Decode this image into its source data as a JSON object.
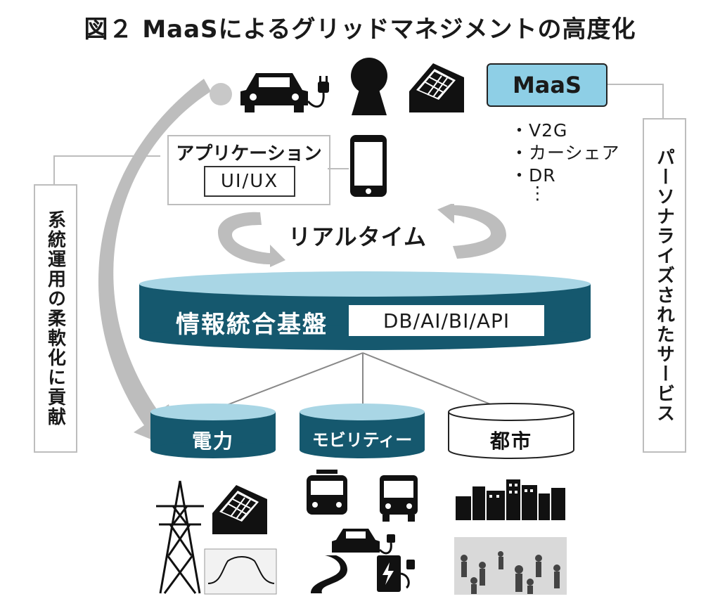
{
  "title": "図２ MaaSによるグリッドマネジメントの高度化",
  "left_label": "系統運用の柔軟化に貢献",
  "right_label": "パーソナライズされたサービス",
  "app": {
    "label": "アプリケーション",
    "ui": "UI/UX"
  },
  "maas": {
    "label": "MaaS",
    "items": [
      "・V2G",
      "・カーシェア",
      "・DR",
      "⋮"
    ]
  },
  "realtime": "リアルタイム",
  "platform": {
    "label": "情報統合基盤",
    "tech": "DB/AI/BI/API"
  },
  "domains": [
    "電力",
    "モビリティー",
    "都市"
  ],
  "colors": {
    "teal": "#15586e",
    "light_blue": "#8ecfe6",
    "gray_arrow": "#bdbdbd"
  },
  "icons": {
    "top": [
      "gray-dot-icon",
      "car-charging-icon",
      "keyhole-icon",
      "solar-house-icon"
    ],
    "power": [
      "transmission-tower-icon",
      "solar-house-icon",
      "load-curve-chart-icon"
    ],
    "mobility": [
      "train-icon",
      "bus-icon",
      "car-charging-icon",
      "road-icon",
      "ev-charger-icon"
    ],
    "city": [
      "city-skyline-icon",
      "crowd-photo-icon"
    ]
  }
}
